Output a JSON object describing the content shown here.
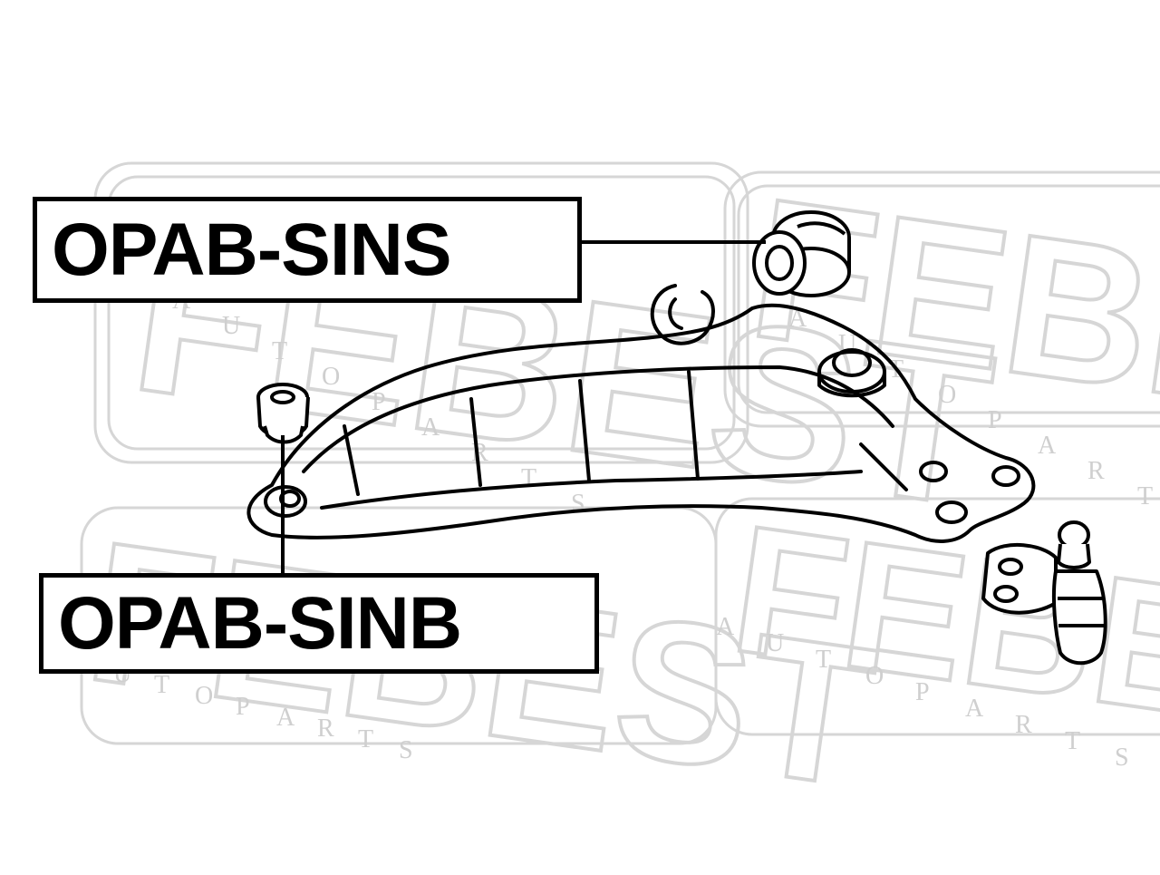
{
  "diagram": {
    "background": "#ffffff",
    "line_color": "#000000",
    "watermark_color": "#d6d6d6",
    "parts": [
      {
        "id": "upper-bushing",
        "label": "OPAB-SINS"
      },
      {
        "id": "lower-bushing",
        "label": "OPAB-SINB"
      }
    ],
    "watermark": {
      "brand": "FEBEST",
      "tagline_letters": [
        "A",
        "U",
        "T",
        "O",
        "P",
        "A",
        "R",
        "T",
        "S"
      ]
    }
  }
}
